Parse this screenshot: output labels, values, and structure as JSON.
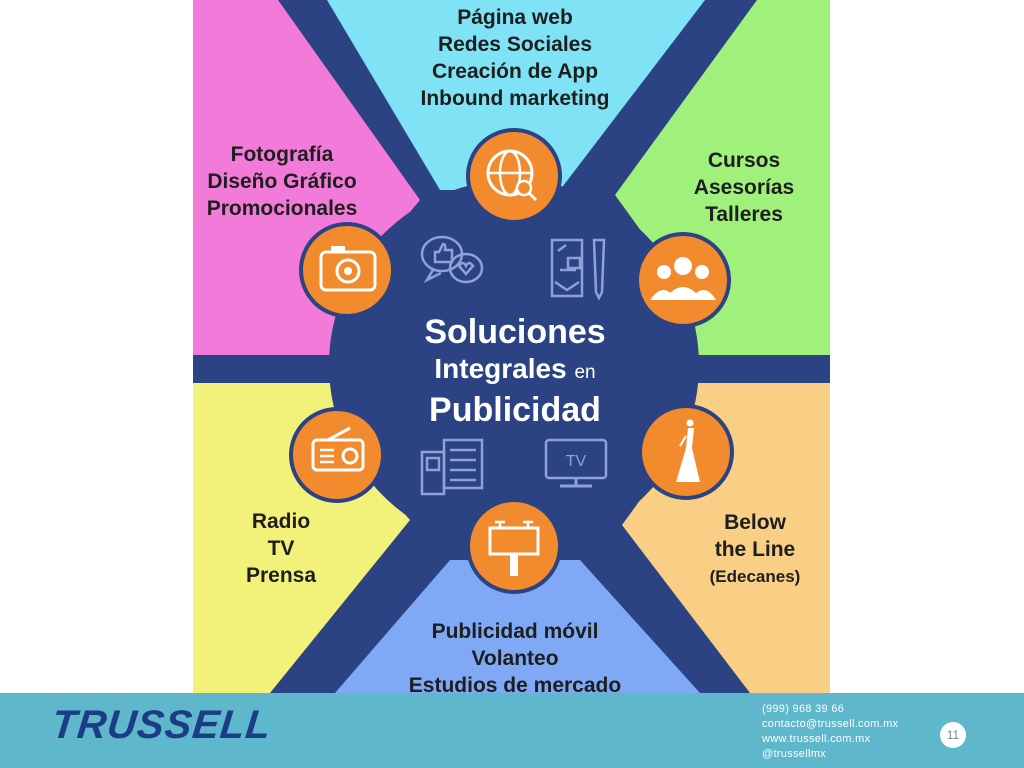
{
  "diagram": {
    "title_line1": "Soluciones",
    "title_line2": "Integrales",
    "title_line2_small": "en",
    "title_line3": "Publicidad",
    "segments": {
      "top": [
        "Página web",
        "Redes Sociales",
        "Creación de App",
        "Inbound marketing"
      ],
      "upper_left": [
        "Fotografía",
        "Diseño Gráfico",
        "Promocionales"
      ],
      "upper_right": [
        "Cursos",
        "Asesorías",
        "Talleres"
      ],
      "lower_left": [
        "Radio",
        "TV",
        "Prensa"
      ],
      "lower_right": [
        "Below",
        "the Line",
        "(Edecanes)"
      ],
      "bottom": [
        "Publicidad móvil",
        "Volanteo",
        "Estudios de mercado"
      ]
    },
    "tv_icon_label": "TV",
    "colors": {
      "navy": "#2b4283",
      "top": "#7fe3f5",
      "upper_left": "#f27ad8",
      "upper_right": "#a0f07c",
      "lower_left": "#f2f27a",
      "lower_right": "#f9cf85",
      "bottom": "#7fa9f5",
      "orange": "#f28a2e"
    },
    "icons": [
      "globe-search-icon",
      "camera-icon",
      "people-icon",
      "radio-icon",
      "billboard-icon",
      "hostess-icon",
      "like-heart-chat-icon",
      "document-pen-icon",
      "newspaper-icon",
      "tv-icon"
    ]
  },
  "footer": {
    "logo": "TRUSSELL",
    "phone": "(999) 968 39 66",
    "email": "contacto@trussell.com.mx",
    "web": "www.trussell.com.mx",
    "social": "@trussellmx",
    "page_number": "11"
  }
}
